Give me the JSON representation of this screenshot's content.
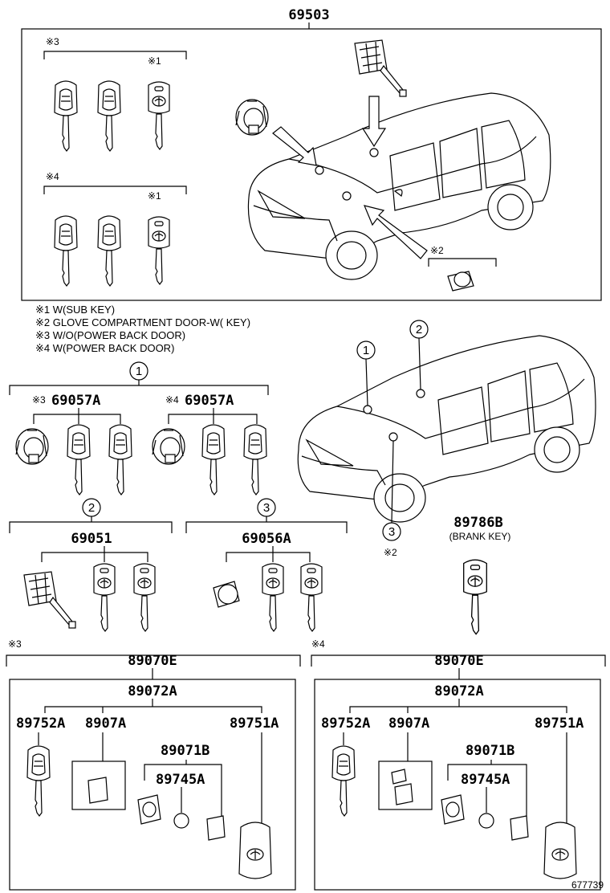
{
  "assembly": "69503",
  "notes": {
    "n1": "※1 W(SUB KEY)",
    "n2": "※2 GLOVE COMPARTMENT  DOOR-W( KEY)",
    "n3": "※3 W/O(POWER BACK DOOR)",
    "n4": "※4 W(POWER BACK DOOR)"
  },
  "marks": {
    "m1": "※1",
    "m2": "※2",
    "m3": "※3",
    "m4": "※4"
  },
  "circles": {
    "c1": "1",
    "c2": "2",
    "c3": "3"
  },
  "parts": {
    "p69057A": "69057A",
    "p69051": "69051",
    "p69056A": "69056A",
    "p89786B": "89786B",
    "brank": "(BRANK KEY)",
    "p89070E": "89070E",
    "p89072A": "89072A",
    "p89752A": "89752A",
    "p8907A": "8907A",
    "p89751A": "89751A",
    "p89071B": "89071B",
    "p89745A": "89745A"
  },
  "figure_id": "677739"
}
